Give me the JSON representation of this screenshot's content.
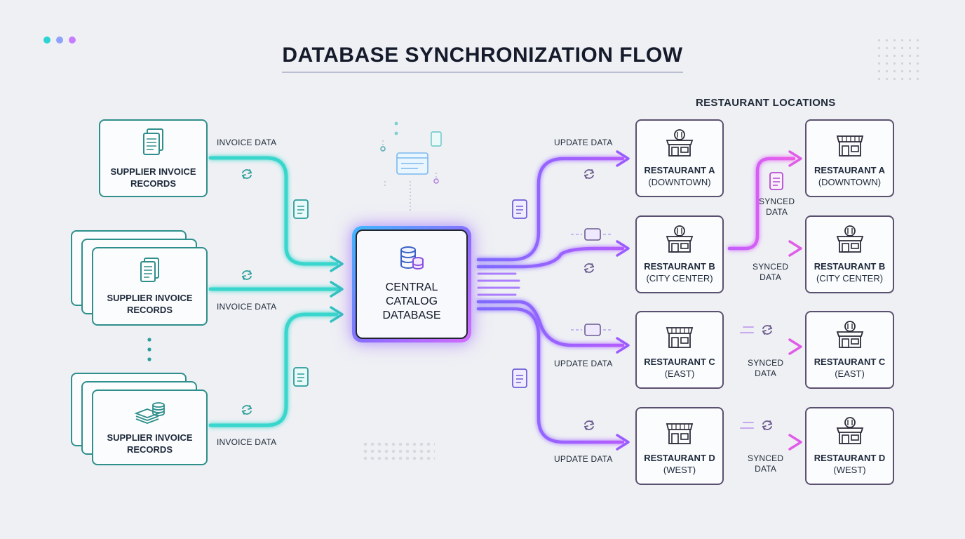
{
  "title": "DATABASE SYNCHRONIZATION FLOW",
  "section_label": "RESTAURANT LOCATIONS",
  "colors": {
    "teal": "#2fd6c8",
    "purple": "#a35cff",
    "magenta": "#e15cf0",
    "accent_dots": [
      "#2ed3d3",
      "#8fa2ff",
      "#c77dff"
    ]
  },
  "suppliers": [
    {
      "line1": "SUPPLIER INVOICE",
      "line2": "RECORDS",
      "icon": "document-stack-icon"
    },
    {
      "line1": "SUPPLIER INVOICE",
      "line2": "RECORDS",
      "icon": "document-stack-icon"
    },
    {
      "line1": "SUPPLIER INVOICE",
      "line2": "RECORDS",
      "icon": "coins-stack-icon"
    }
  ],
  "invoice_labels": [
    "INVOICE DATA",
    "INVOICE DATA",
    "INVOICE DATA"
  ],
  "central": {
    "line1": "CENTRAL",
    "line2": "CATALOG",
    "line3": "DATABASE",
    "icon": "database-icon"
  },
  "update_labels": [
    "UPDATE DATA",
    "UPDATE DATA",
    "UPDATE DATA"
  ],
  "restaurants_primary": [
    {
      "line1": "RESTAURANT A",
      "line2": "(DOWNTOWN)"
    },
    {
      "line1": "RESTAURANT B",
      "line2": "(CITY CENTER)"
    },
    {
      "line1": "RESTAURANT C",
      "line2": "(EAST)"
    },
    {
      "line1": "RESTAURANT D",
      "line2": "(WEST)"
    }
  ],
  "restaurants_synced": [
    {
      "line1": "RESTAURANT A",
      "line2": "(DOWNTOWN)"
    },
    {
      "line1": "RESTAURANT B",
      "line2": "(CITY CENTER)"
    },
    {
      "line1": "RESTAURANT C",
      "line2": "(EAST)"
    },
    {
      "line1": "RESTAURANT D",
      "line2": "(WEST)"
    }
  ],
  "synced_labels": [
    {
      "line1": "SYNCED",
      "line2": "DATA"
    },
    {
      "line1": "SYNCED",
      "line2": "DATA"
    },
    {
      "line1": "SYNCED",
      "line2": "DATA"
    },
    {
      "line1": "SYNCED",
      "line2": "DATA"
    }
  ]
}
